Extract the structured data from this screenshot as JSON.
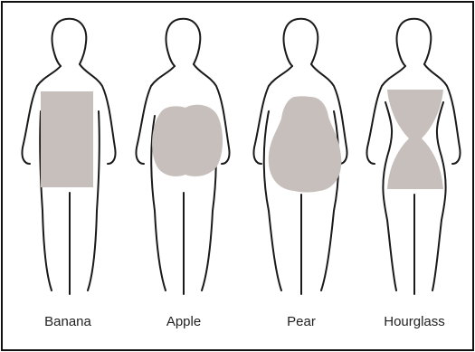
{
  "shapes": [
    {
      "label": "Banana",
      "shape": "rectangle"
    },
    {
      "label": "Apple",
      "shape": "round-blob"
    },
    {
      "label": "Pear",
      "shape": "pear-blob"
    },
    {
      "label": "Hourglass",
      "shape": "hourglass"
    }
  ],
  "colors": {
    "shape_fill": "#c7bfbc",
    "outline": "#1a1a1a",
    "border": "#111111"
  }
}
